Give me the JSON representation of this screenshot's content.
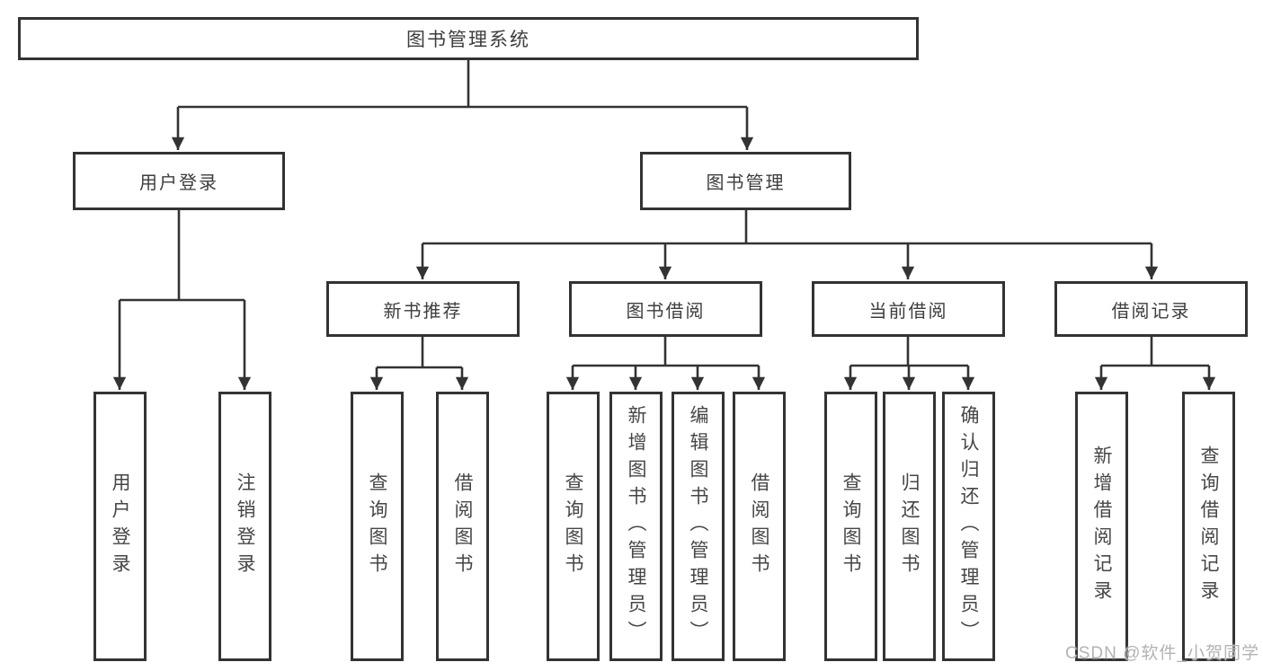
{
  "tree": {
    "root": {
      "label": "图书管理系统",
      "children": [
        {
          "label": "用户登录",
          "children": [
            {
              "label": "用户登录"
            },
            {
              "label": "注销登录"
            }
          ]
        },
        {
          "label": "图书管理",
          "children": [
            {
              "label": "新书推荐",
              "children": [
                {
                  "label": "查询图书"
                },
                {
                  "label": "借阅图书"
                }
              ]
            },
            {
              "label": "图书借阅",
              "children": [
                {
                  "label": "查询图书"
                },
                {
                  "label": "新增图书（管理员）"
                },
                {
                  "label": "编辑图书（管理员）"
                },
                {
                  "label": "借阅图书"
                }
              ]
            },
            {
              "label": "当前借阅",
              "children": [
                {
                  "label": "查询图书"
                },
                {
                  "label": "归还图书"
                },
                {
                  "label": "确认归还（管理员）"
                }
              ]
            },
            {
              "label": "借阅记录",
              "children": [
                {
                  "label": "新增借阅记录"
                },
                {
                  "label": "查询借阅记录"
                }
              ]
            }
          ]
        }
      ]
    }
  },
  "watermark": {
    "text": "CSDN @软件_小贺同学"
  },
  "colors": {
    "line": "#333333",
    "text": "#3d3d3d",
    "box_fill": "#ffffff",
    "background": "#ffffff",
    "watermark": "#b3b3b3"
  }
}
